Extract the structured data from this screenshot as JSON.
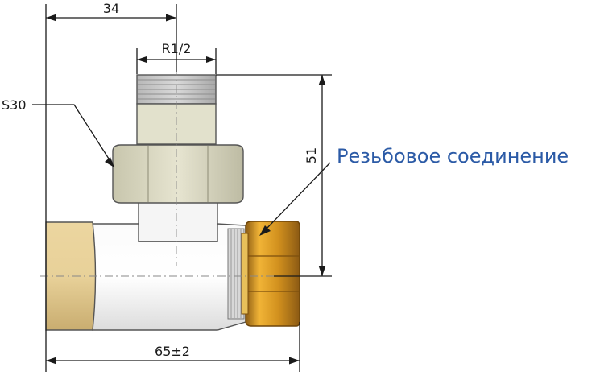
{
  "dimensions": {
    "top_width": "34",
    "thread_size": "R1/2",
    "nut_size": "S30",
    "height": "51",
    "overall_length": "65±2"
  },
  "caption": "Резьбовое соединение",
  "colors": {
    "caption": "#2b5aa6",
    "body": "#f3f3f3",
    "nut_top": "#deddc9",
    "cap_left": "#e6cf97",
    "brass_nut": "#d2911e"
  }
}
